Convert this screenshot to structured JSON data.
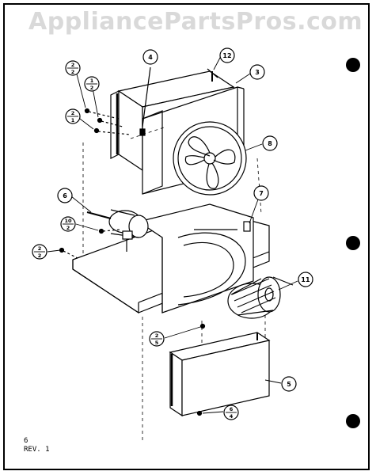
{
  "watermark": "AppliancePartsPros.com",
  "footer": {
    "page": "6",
    "revision": "REV. 1"
  },
  "callouts": {
    "c12": "12",
    "c3": "3",
    "c4": "4",
    "c8": "8",
    "c6": "6",
    "c7": "7",
    "c11": "11",
    "c5": "5",
    "f2a_top": "2",
    "f2a_bot": "2",
    "f1_top": "1",
    "f1_bot": "2",
    "f2b_top": "2",
    "f2b_bot": "1",
    "f10_top": "10",
    "f10_bot": "2",
    "f2c_top": "2",
    "f2c_bot": "2",
    "f2d_top": "2",
    "f2d_bot": "5",
    "f6_top": "6",
    "f6_bot": "4"
  }
}
